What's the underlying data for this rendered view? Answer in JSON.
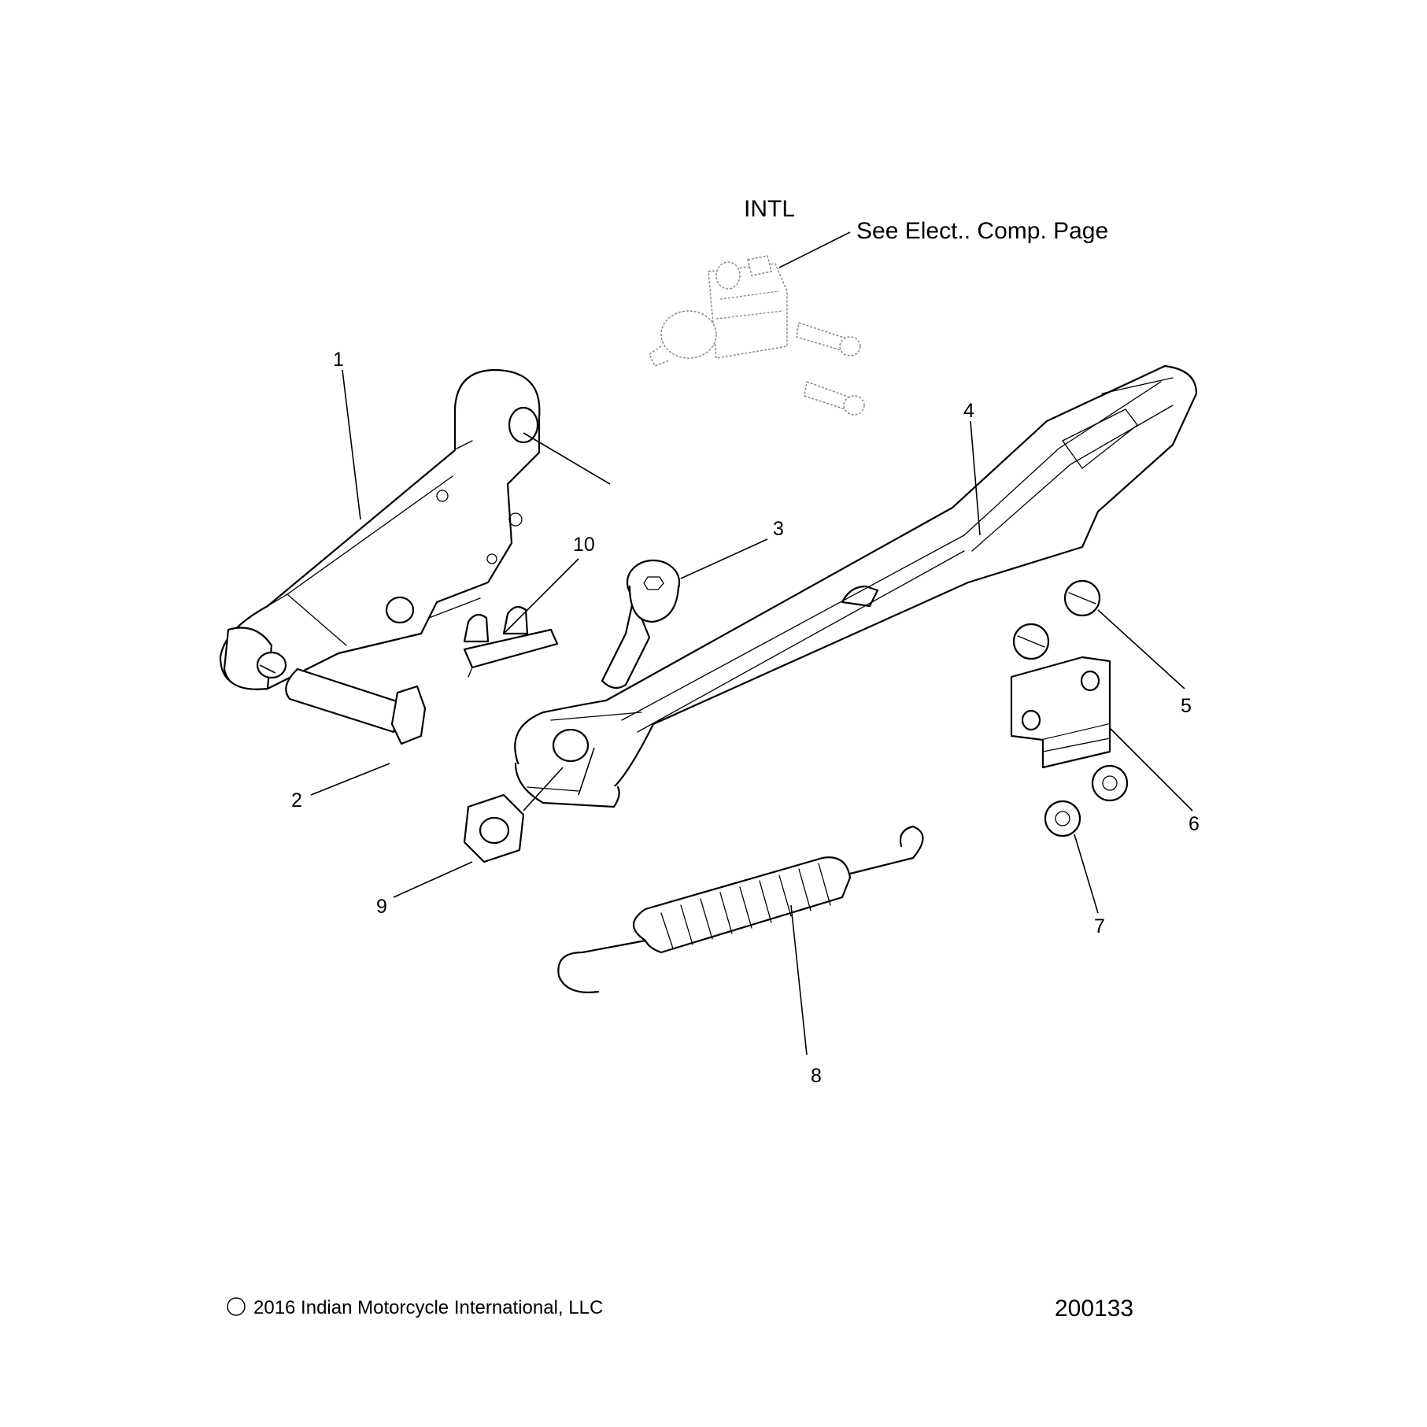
{
  "notes": {
    "region": "INTL",
    "reference": "See Elect.. Comp. Page"
  },
  "callouts": [
    "1",
    "2",
    "3",
    "4",
    "5",
    "6",
    "7",
    "8",
    "9",
    "10"
  ],
  "footer": {
    "copyright_symbol": "©",
    "copyright": "2016 Indian Motorcycle International, LLC",
    "diagram_number": "200133"
  }
}
